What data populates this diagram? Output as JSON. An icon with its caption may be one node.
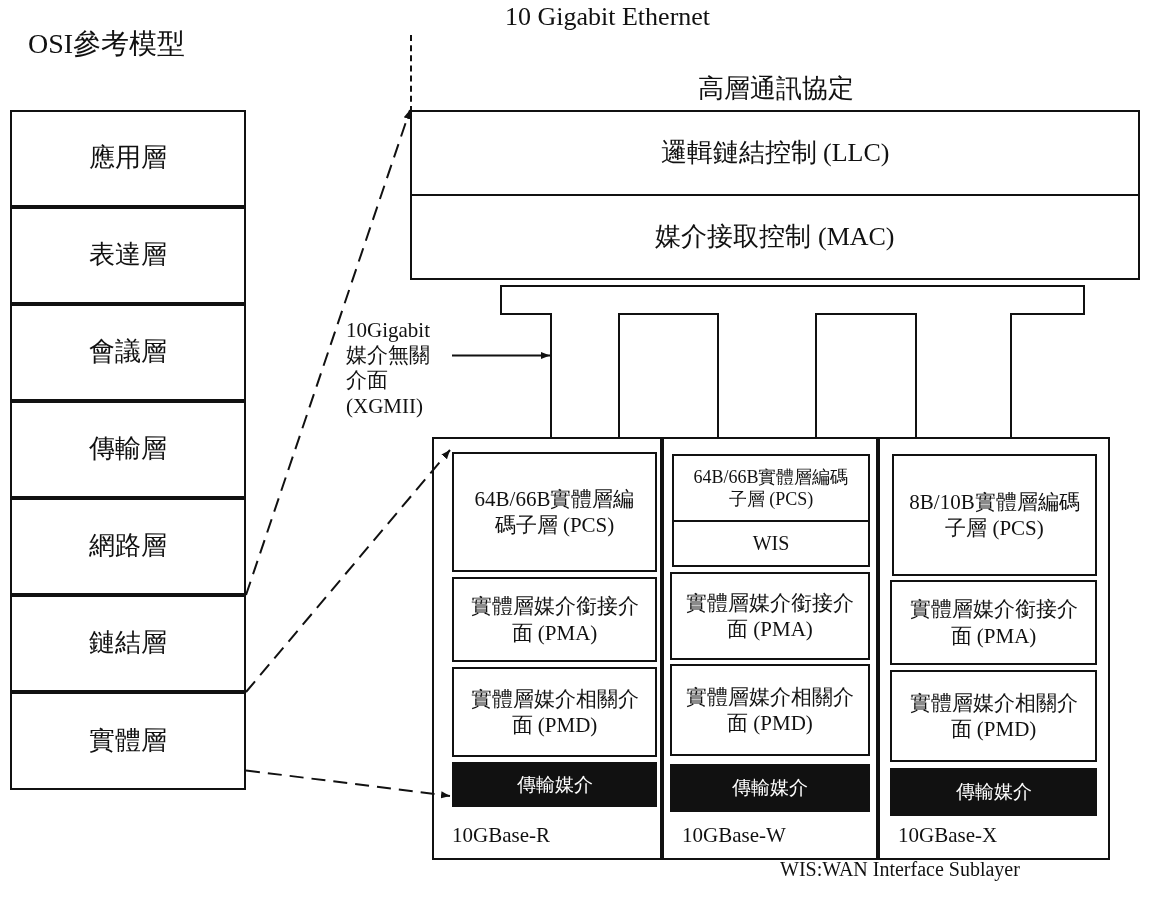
{
  "diagram": {
    "nodes": [
      {
        "text": [
          "OSI參考模型"
        ]
      },
      {
        "text": [
          "應用層"
        ],
        "in": 0
      },
      {
        "text": [
          "表達層"
        ],
        "in": 0
      },
      {
        "text": [
          "會議層"
        ],
        "in": 0
      },
      {
        "text": [
          "傳輸層"
        ],
        "in": 0
      },
      {
        "text": [
          "網路層"
        ],
        "in": 0
      },
      {
        "text": [
          "鏈結層"
        ],
        "in": 0
      },
      {
        "text": [
          "實體層"
        ],
        "in": 0
      },
      {
        "text": [
          "高層通訊協定"
        ]
      },
      {
        "text": [
          "邏輯鏈結控制 (LLC)"
        ]
      },
      {
        "text": [
          "媒介接取控制 (MAC)"
        ]
      },
      {
        "text": [],
        "shape": "bar"
      },
      {
        "text": [
          "10Gigabit 媒介無關介面 (XGMII)"
        ]
      },
      {
        "text": [],
        "shape": "box"
      },
      {
        "text": [],
        "shape": "box"
      },
      {
        "text": [],
        "shape": "box"
      },
      {
        "text": [
          "10GBase-R"
        ]
      },
      {
        "text": [
          "64B/66B實體層編碼子層 (PCS)"
        ],
        "in": 16
      },
      {
        "text": [
          "實體層媒介銜接介面 (PMA)"
        ],
        "in": 16
      },
      {
        "text": [
          "實體層媒介相關介面 (PMD)"
        ],
        "in": 16
      },
      {
        "text": [
          "傳輸媒介"
        ],
        "in": 16
      },
      {
        "text": [
          "10GBase-W"
        ]
      },
      {
        "text": [
          "64B/66B實體層編碼子層 (PCS)"
        ],
        "in": 21
      },
      {
        "text": [
          "WIS"
        ],
        "in": 21
      },
      {
        "text": [
          "實體層媒介銜接介面 (PMA)"
        ],
        "in": 21
      },
      {
        "text": [
          "實體層媒介相關介面 (PMD)"
        ],
        "in": 21
      },
      {
        "text": [
          "傳輸媒介"
        ],
        "in": 21
      },
      {
        "text": [
          "10GBase-X"
        ]
      },
      {
        "text": [
          "8B/10B實體層編碼子層 (PCS)"
        ],
        "in": 27
      },
      {
        "text": [
          "實體層媒介銜接介面 (PMA)"
        ],
        "in": 27
      },
      {
        "text": [
          "實體層媒介相關介面 (PMD)"
        ],
        "in": 27
      },
      {
        "text": [
          "傳輸媒介"
        ],
        "in": 27
      }
    ],
    "edges": [
      {
        "from": 6,
        "to": 9,
        "arrow": "to",
        "style": "dashed"
      },
      {
        "from": 6,
        "to": 17,
        "arrow": "to",
        "style": "dashed"
      },
      {
        "from": 7,
        "to": 20,
        "arrow": "to",
        "style": "dashed"
      },
      {
        "from": 12,
        "to": 13,
        "arrow": "to"
      }
    ],
    "labels": [
      "10 Gigabit Ethernet",
      "WIS:WAN Interface Sublayer"
    ]
  }
}
